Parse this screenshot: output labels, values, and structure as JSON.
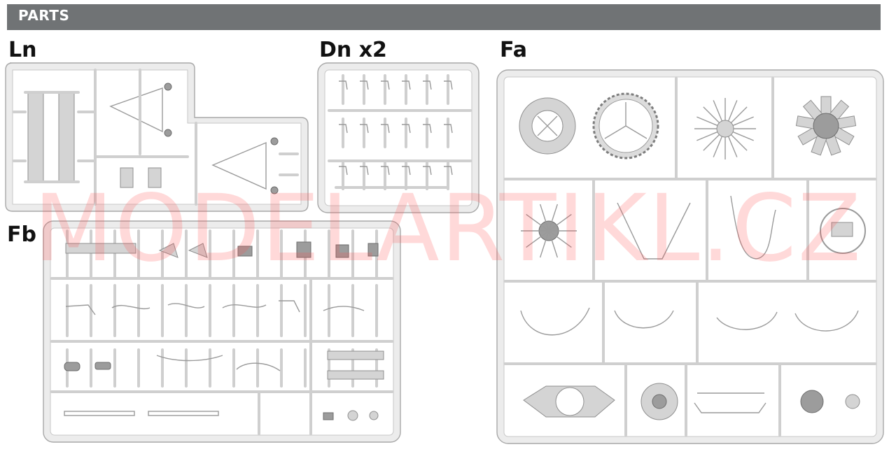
{
  "header": {
    "title": "PARTS"
  },
  "sprues": {
    "ln": {
      "label": "Ln"
    },
    "dn": {
      "label": "Dn x2"
    },
    "fa": {
      "label": "Fa"
    },
    "fb": {
      "label": "Fb"
    }
  },
  "watermark": {
    "text": "MODELARTIKL.CZ"
  },
  "colors": {
    "header": "#707375",
    "sprue_fill": "#e6e6e6",
    "sprue_edge": "#9a9a9a",
    "part": "#cfcfcf",
    "watermark": "#ff5050"
  }
}
